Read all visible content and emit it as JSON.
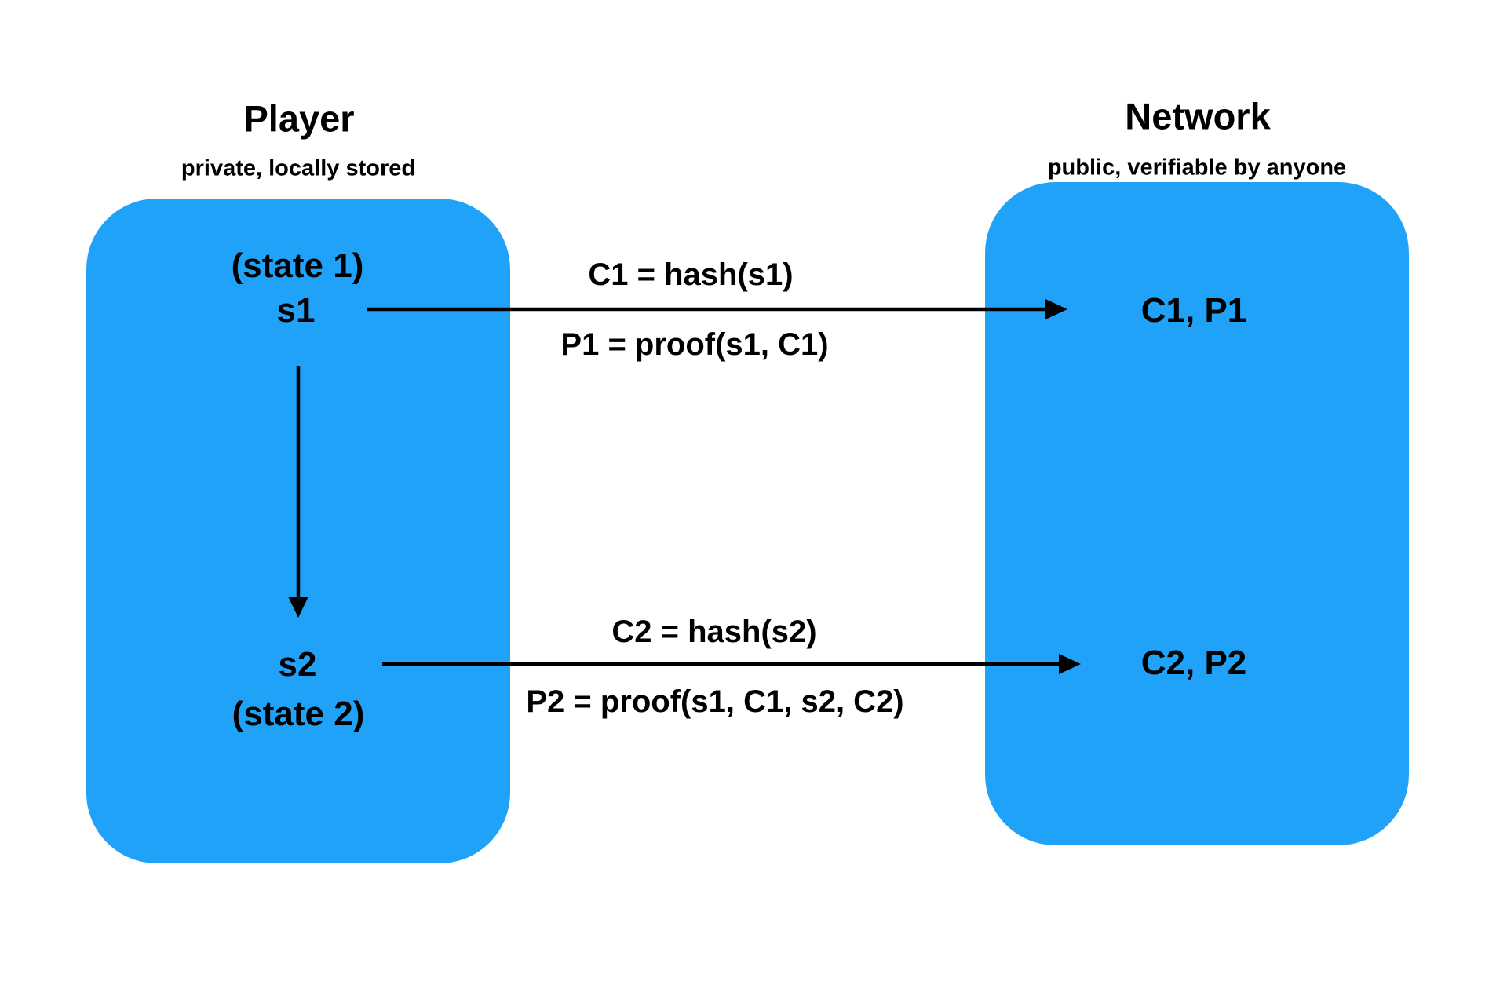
{
  "colors": {
    "panel_blue": "#21A2F9",
    "line_black": "#000000",
    "background": "#FFFFFF"
  },
  "player_panel": {
    "title": "Player",
    "subtitle": "private, locally stored",
    "state1_caption": "(state 1)",
    "state1_value": "s1",
    "state2_value": "s2",
    "state2_caption": "(state 2)"
  },
  "network_panel": {
    "title": "Network",
    "subtitle": "public, verifiable by anyone",
    "record1": "C1, P1",
    "record2": "C2, P2"
  },
  "messages": {
    "msg1_top": "C1 = hash(s1)",
    "msg1_bottom": "P1 = proof(s1, C1)",
    "msg2_top": "C2 = hash(s2)",
    "msg2_bottom": "P2 = proof(s1, C1, s2, C2)"
  }
}
